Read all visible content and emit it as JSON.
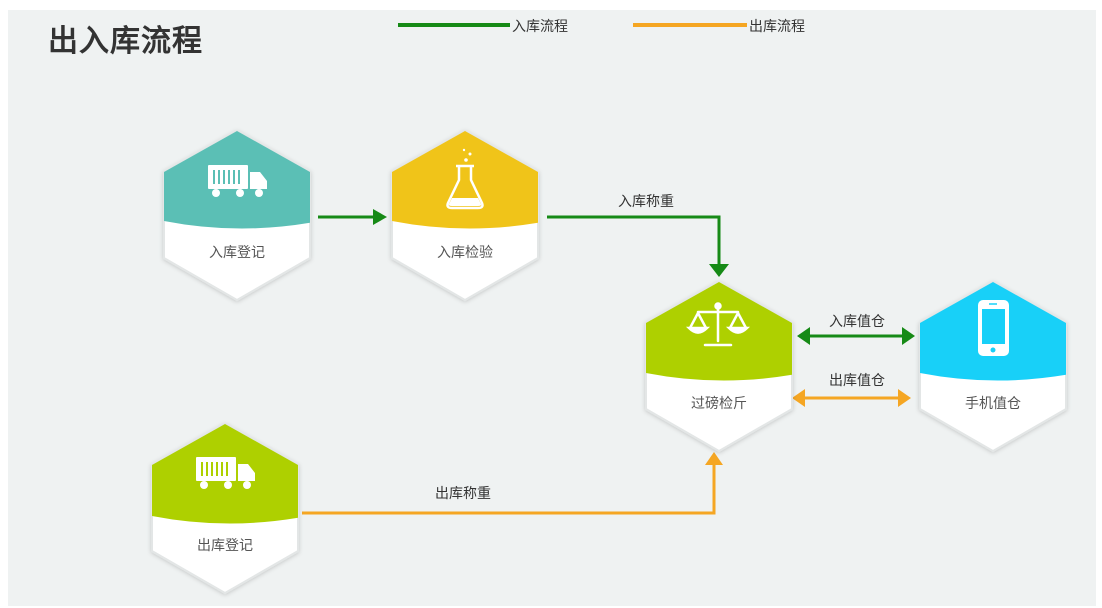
{
  "title": "出入库流程",
  "legend": [
    {
      "label": "入库流程",
      "color": "#168a16"
    },
    {
      "label": "出库流程",
      "color": "#f5a623"
    }
  ],
  "nodes": {
    "inbound_register": {
      "label": "入库登记",
      "icon": "truck-icon",
      "color": "#5bbfb5"
    },
    "inbound_inspection": {
      "label": "入库检验",
      "icon": "flask-icon",
      "color": "#f0c419"
    },
    "weighbridge": {
      "label": "过磅检斤",
      "icon": "scale-icon",
      "color": "#aed000"
    },
    "mobile_duty": {
      "label": "手机值仓",
      "icon": "phone-icon",
      "color": "#18d0f8"
    },
    "outbound_register": {
      "label": "出库登记",
      "icon": "truck-icon",
      "color": "#aed000"
    }
  },
  "connectors": {
    "inbound_weigh": "入库称重",
    "inbound_duty": "入库值仓",
    "outbound_duty": "出库值仓",
    "outbound_weigh": "出库称重"
  }
}
